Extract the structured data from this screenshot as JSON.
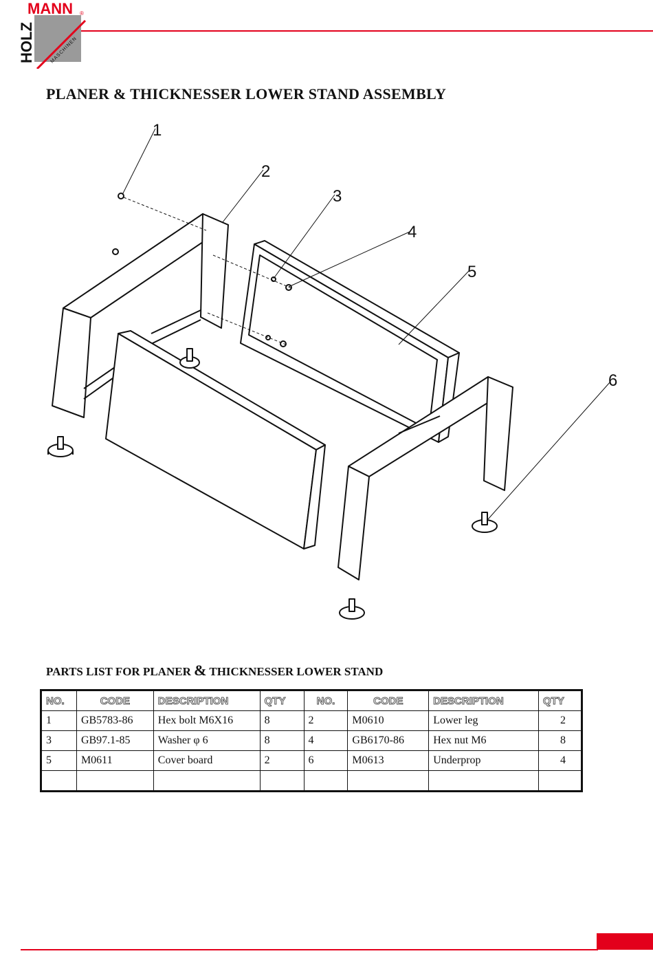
{
  "brand": {
    "mann": "MANN",
    "holz": "HOLZ",
    "maschinen": "MASCHINEN",
    "registered": "®",
    "accent_color": "#e3001b",
    "box_color": "#9a9a9a"
  },
  "page_title": "PLANER & THICKNESSER LOWER STAND ASSEMBLY",
  "diagram": {
    "callouts": [
      "1",
      "2",
      "3",
      "4",
      "5",
      "6"
    ]
  },
  "parts_list": {
    "title_pre": "PARTS LIST FOR PLANER ",
    "title_amp": "&",
    "title_post": " THICKNESSER LOWER STAND",
    "headers": [
      "NO.",
      "CODE",
      "DESCRIPTION",
      "QTY",
      "NO.",
      "CODE",
      "DESCRIPTION",
      "QTY"
    ],
    "rows": [
      [
        "1",
        "GB5783-86",
        "Hex bolt M6X16",
        "8",
        "2",
        "M0610",
        "Lower leg",
        "2"
      ],
      [
        "3",
        "GB97.1-85",
        "Washer φ 6",
        "8",
        "4",
        "GB6170-86",
        "Hex nut M6",
        "8"
      ],
      [
        "5",
        "M0611",
        "Cover board",
        "2",
        "6",
        "M0613",
        "Underprop",
        "4"
      ],
      [
        "",
        "",
        "",
        "",
        "",
        "",
        "",
        ""
      ]
    ]
  }
}
